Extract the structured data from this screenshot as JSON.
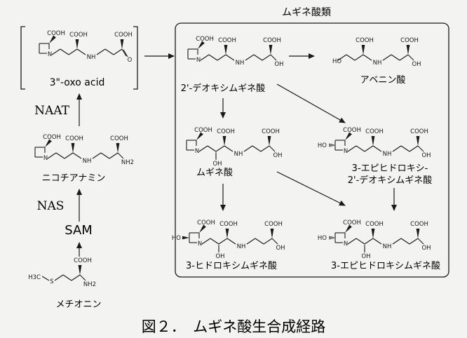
{
  "figure_caption": "図２．　ムギネ酸生合成経路",
  "box_title": "ムギネ酸類",
  "compounds": {
    "oxo": "3\"-oxo acid",
    "na": "ニコチアナミン",
    "sam": "SAM",
    "met": "メチオニン",
    "dma": "2'-デオキシムギネ酸",
    "avn": "アベニン酸",
    "ma": "ムギネ酸",
    "epi_dma_1": "3-エピヒドロキシ-",
    "epi_dma_2": "2'-デオキシムギネ酸",
    "hma": "3-ヒドロキシムギネ酸",
    "epi_hma": "3-エピヒドロキシムギネ酸"
  },
  "enzymes": {
    "naat": "NAAT",
    "nas": "NAS"
  },
  "groups": {
    "cooh": "COOH",
    "n": "N",
    "nh": "NH",
    "nh2": "NH2",
    "oh": "OH",
    "ho": "HO",
    "o": "O",
    "ch3s": "H3C",
    "s": "S"
  },
  "colors": {
    "ink": "#1a1a1a",
    "background": "#f3f3f1"
  }
}
